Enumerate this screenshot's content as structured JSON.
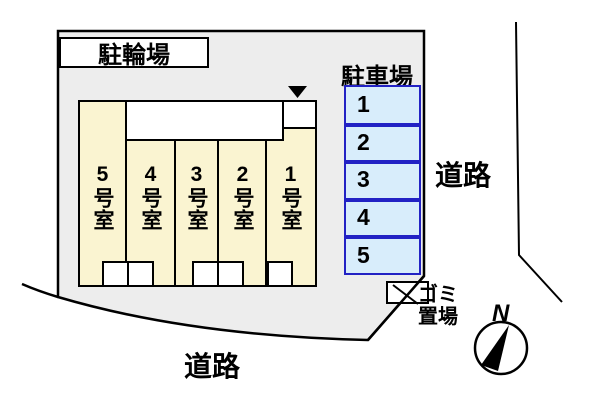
{
  "labels": {
    "bicycle_parking": "駐輪場",
    "car_parking": "駐車場",
    "road_right": "道路",
    "road_bottom": "道路",
    "garbage_line1": "ゴミ",
    "garbage_line2": "置場",
    "compass_north": "N"
  },
  "building": {
    "rooms": [
      {
        "label": "5号室"
      },
      {
        "label": "4号室"
      },
      {
        "label": "3号室"
      },
      {
        "label": "2号室"
      },
      {
        "label": "1号室"
      }
    ]
  },
  "parking": {
    "spaces": [
      {
        "number": "1"
      },
      {
        "number": "2"
      },
      {
        "number": "3"
      },
      {
        "number": "4"
      },
      {
        "number": "5"
      }
    ]
  },
  "colors": {
    "site_fill": "#EDEDED",
    "room_fill": "#FAF4D1",
    "parking_space_fill": "#D8EDFB",
    "parking_border": "#2222C4",
    "outline": "#000000"
  }
}
